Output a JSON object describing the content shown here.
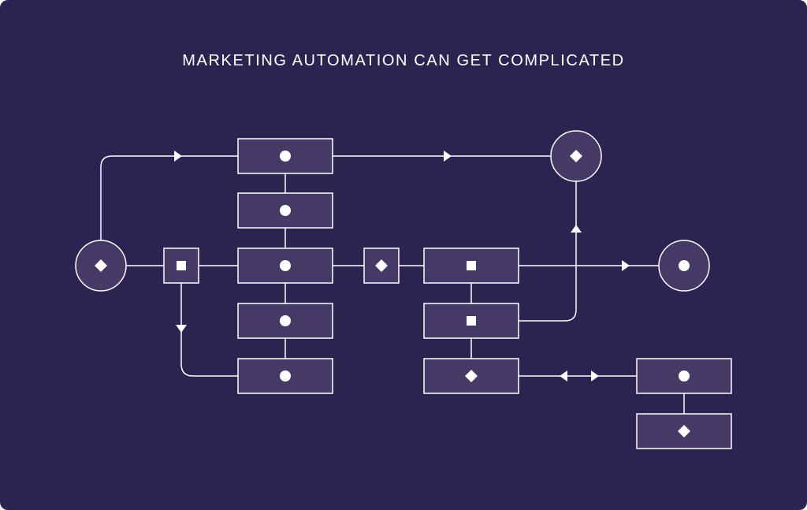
{
  "title": "MARKETING AUTOMATION CAN GET COMPLICATED",
  "colors": {
    "background": "#2d2350",
    "node_fill": "#453a66",
    "stroke": "#ffffff"
  },
  "legend_marks": [
    "circle",
    "square",
    "diamond"
  ]
}
